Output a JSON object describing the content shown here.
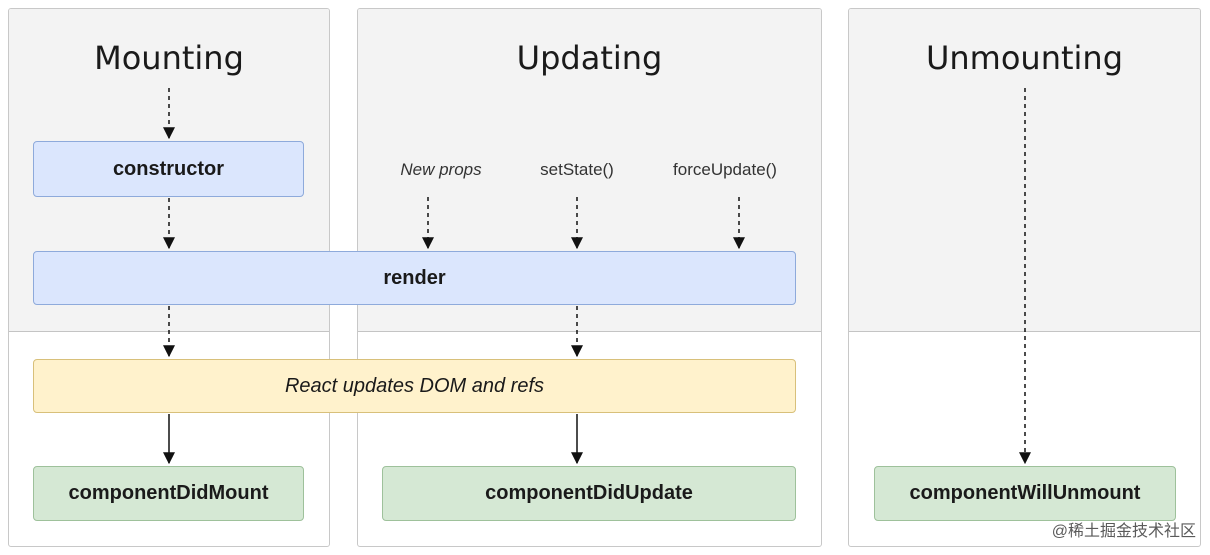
{
  "phases": {
    "mounting": {
      "title": "Mounting"
    },
    "updating": {
      "title": "Updating"
    },
    "unmounting": {
      "title": "Unmounting"
    }
  },
  "boxes": {
    "constructor": "constructor",
    "render": "render",
    "react_updates": "React updates DOM and refs",
    "did_mount": "componentDidMount",
    "did_update": "componentDidUpdate",
    "will_unmount": "componentWillUnmount"
  },
  "triggers": {
    "new_props": "New props",
    "set_state": "setState()",
    "force_update": "forceUpdate()"
  },
  "watermark": "@稀土掘金技术社区",
  "colors": {
    "blue_fill": "#dbe6fd",
    "yellow_fill": "#fff2cc",
    "green_fill": "#d5e8d4",
    "panel_upper": "#f3f3f3"
  }
}
